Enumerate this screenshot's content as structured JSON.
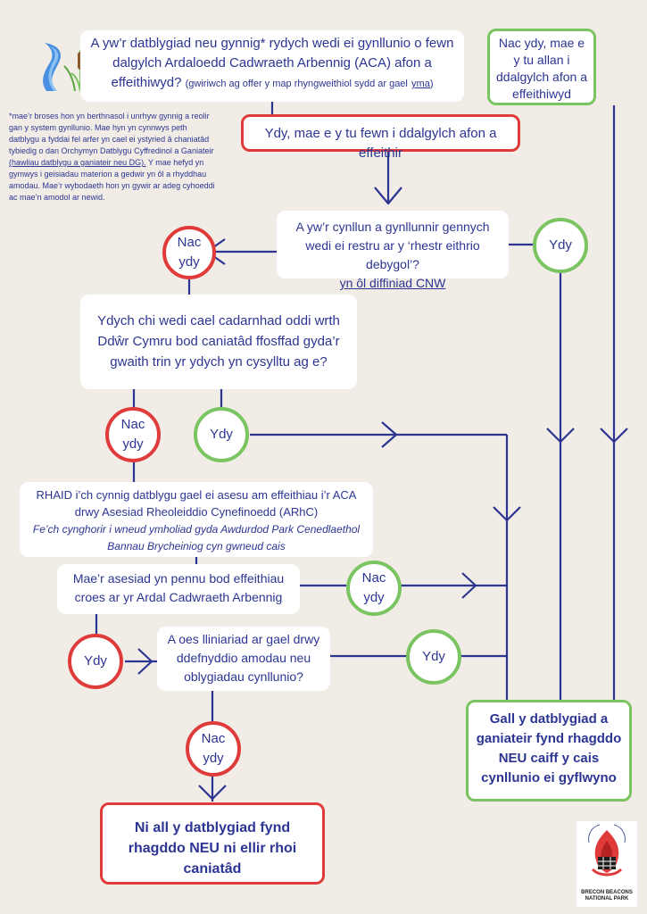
{
  "q1": {
    "text": "A yw’r datblygiad neu gynnig* rydych wedi ei gynllunio o fewn dalgylch Ardaloedd Cadwraeth Arbennig (ACA) afon a effeithiwyd?",
    "hint": "(gwiriwch ag offer y map rhyngweithiol sydd ar gael",
    "hint_link": "yma",
    "hint_end": ")"
  },
  "outside": {
    "text": "Nac ydy, mae e y tu allan i ddalgylch afon a effeithiwyd"
  },
  "inside": {
    "text": "Ydy, mae e y tu fewn i ddalgylch afon a effeithir"
  },
  "footnote": {
    "text": "*mae’r broses hon yn berthnasol i unrhyw gynnig a reolir gan y system gynllunio. Mae hyn yn cynnwys peth datblygu a fyddai fel arfer yn cael ei ystyried â chaniatâd tybiedig o dan Orchymyn Datblygu Cyffredinol a Ganiateir",
    "link": "(hawliau datblygu a ganiateir neu DG).",
    "text2": "Y mae hefyd yn gymwys i geisiadau materion a gedwir yn ôl a rhyddhau amodau. Mae’r wybodaeth hon yn gywir ar adeg cyhoeddi ac mae’n amodol ar newid."
  },
  "q2": {
    "text": "A yw’r cynllun a gynllunnir gennych wedi ei restru ar y ‘rhestr eithrio debygol’?",
    "link": "yn ôl diffiniad CNW"
  },
  "q3": {
    "text": "Ydych chi wedi cael cadarnhad oddi wrth Ddŵr Cymru bod caniatâd ffosffad gyda’r gwaith trin yr ydych yn cysylltu ag e?"
  },
  "arhc": {
    "text": "RHAID i’ch cynnig datblygu gael ei asesu am effeithiau i’r ACA drwy Asesiad Rheoleiddio Cynefinoedd (ARhC)",
    "italic": "Fe’ch cynghorir i wneud ymholiad gyda Awdurdod Park Cenedlaethol Bannau Brycheiniog cyn gwneud cais"
  },
  "q4": {
    "text": "Mae’r asesiad yn pennu bod effeithiau croes ar yr Ardal Cadwraeth Arbennig"
  },
  "q5": {
    "text": "A oes lliniariad ar gael drwy ddefnyddio amodau neu oblygiadau cynllunio?"
  },
  "answers": {
    "yes": "Ydy",
    "no": "Nac ydy"
  },
  "outcome_yes": {
    "text": "Gall y datblygiad a ganiateir fynd rhagddo NEU caiff y cais cynllunio ei gyflwyno"
  },
  "outcome_no": {
    "text": "Ni all y datblygiad fynd rhagddo NEU ni ellir rhoi caniatâd"
  },
  "logo": {
    "line1": "BRECON BEACONS",
    "line2": "NATIONAL PARK",
    "arc_left": "PARC CENEDLAETHOL",
    "arc_right": "BANNAU BRYCHEINIOG"
  },
  "colors": {
    "navy": "#2c3592",
    "green": "#7ac461",
    "red": "#e03b3b",
    "background": "#f1ede6"
  },
  "icons": [
    "river-reed-icon",
    "national-park-logo"
  ]
}
